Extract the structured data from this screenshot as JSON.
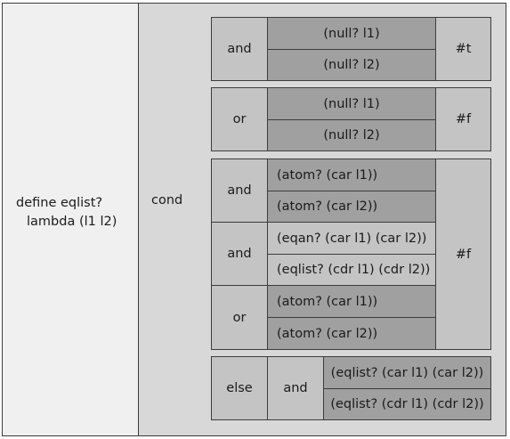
{
  "definition": {
    "line1": "define eqlist?",
    "line2": "lambda (l1 l2)"
  },
  "cond_label": "cond",
  "clause1": {
    "op": "and",
    "tests": [
      "(null? l1)",
      "(null? l2)"
    ],
    "result": "#t"
  },
  "clause2": {
    "op": "or",
    "tests": [
      "(null? l1)",
      "(null? l2)"
    ],
    "result": "#f"
  },
  "clause3": {
    "groups": [
      {
        "op": "and",
        "tests": [
          "(atom? (car l1))",
          "(atom? (car l2))"
        ]
      },
      {
        "op": "and",
        "tests": [
          "(eqan? (car l1) (car l2))",
          "(eqlist? (cdr l1) (cdr l2))"
        ]
      },
      {
        "op": "or",
        "tests": [
          "(atom? (car l1))",
          "(atom? (car l2))"
        ]
      }
    ],
    "result": "#f"
  },
  "else_clause": {
    "label": "else",
    "op": "and",
    "tests": [
      "(eqlist? (car l1) (car l2))",
      "(eqlist? (cdr l1) (cdr l2))"
    ]
  }
}
